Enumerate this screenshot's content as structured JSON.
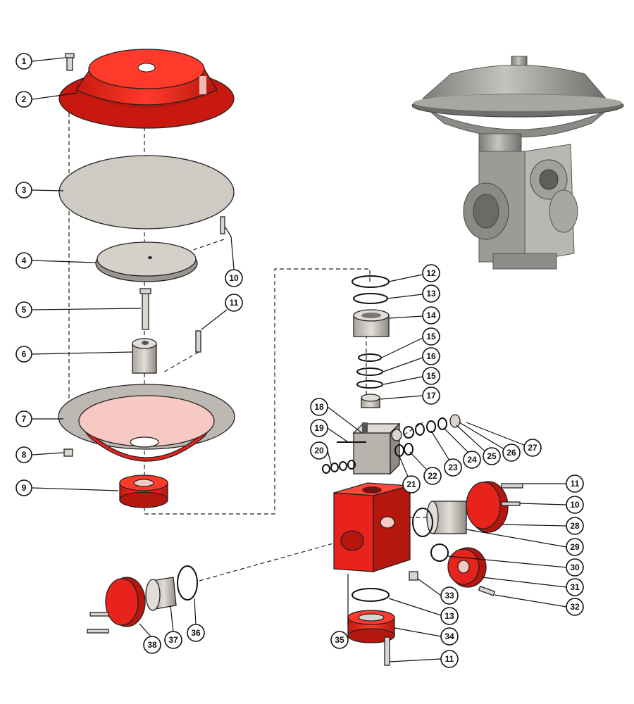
{
  "figure": {
    "background": "#ffffff",
    "colors": {
      "part_red": "#e8231c",
      "part_red_dark": "#b5170f",
      "part_grey": "#c9c4bd",
      "part_grey_dark": "#8f8a83",
      "line": "#111111",
      "photo_grey": "#9a9a96"
    }
  },
  "photo": {
    "subject": "assembled-valve-actuator-photo"
  },
  "callouts": [
    {
      "id": "c1",
      "label": "1",
      "part": "cap-screw"
    },
    {
      "id": "c2",
      "label": "2",
      "part": "upper-diaphragm-case"
    },
    {
      "id": "c3",
      "label": "3",
      "part": "diaphragm"
    },
    {
      "id": "c4",
      "label": "4",
      "part": "diaphragm-plate"
    },
    {
      "id": "c5",
      "label": "5",
      "part": "stem-screw"
    },
    {
      "id": "c6",
      "label": "6",
      "part": "stem-sleeve"
    },
    {
      "id": "c7",
      "label": "7",
      "part": "lower-diaphragm-case"
    },
    {
      "id": "c8",
      "label": "8",
      "part": "nut"
    },
    {
      "id": "c9",
      "label": "9",
      "part": "adapter-ring"
    },
    {
      "id": "c10a",
      "label": "10",
      "part": "screw"
    },
    {
      "id": "c11a",
      "label": "11",
      "part": "screw"
    },
    {
      "id": "c12",
      "label": "12",
      "part": "o-ring"
    },
    {
      "id": "c13a",
      "label": "13",
      "part": "o-ring"
    },
    {
      "id": "c14",
      "label": "14",
      "part": "bushing"
    },
    {
      "id": "c15a",
      "label": "15",
      "part": "ring"
    },
    {
      "id": "c16",
      "label": "16",
      "part": "ring"
    },
    {
      "id": "c15b",
      "label": "15",
      "part": "ring"
    },
    {
      "id": "c17",
      "label": "17",
      "part": "plunger"
    },
    {
      "id": "c18",
      "label": "18",
      "part": "cam-block"
    },
    {
      "id": "c19",
      "label": "19",
      "part": "pin"
    },
    {
      "id": "c20",
      "label": "20",
      "part": "spring-set"
    },
    {
      "id": "c21",
      "label": "21",
      "part": "seat"
    },
    {
      "id": "c22",
      "label": "22",
      "part": "ring"
    },
    {
      "id": "c23",
      "label": "23",
      "part": "ring"
    },
    {
      "id": "c24",
      "label": "24",
      "part": "spring"
    },
    {
      "id": "c25",
      "label": "25",
      "part": "ring"
    },
    {
      "id": "c26",
      "label": "26",
      "part": "ring"
    },
    {
      "id": "c27",
      "label": "27",
      "part": "retainer"
    },
    {
      "id": "c11b",
      "label": "11",
      "part": "screw"
    },
    {
      "id": "c10b",
      "label": "10",
      "part": "screw"
    },
    {
      "id": "c28",
      "label": "28",
      "part": "end-cap"
    },
    {
      "id": "c29",
      "label": "29",
      "part": "piston"
    },
    {
      "id": "c30",
      "label": "30",
      "part": "o-ring"
    },
    {
      "id": "c31",
      "label": "31",
      "part": "flange"
    },
    {
      "id": "c32",
      "label": "32",
      "part": "screw"
    },
    {
      "id": "c33",
      "label": "33",
      "part": "plug"
    },
    {
      "id": "c13b",
      "label": "13",
      "part": "o-ring"
    },
    {
      "id": "c34",
      "label": "34",
      "part": "bottom-cap"
    },
    {
      "id": "c11c",
      "label": "11",
      "part": "screw"
    },
    {
      "id": "c35",
      "label": "35",
      "part": "valve-body"
    },
    {
      "id": "c36",
      "label": "36",
      "part": "o-ring"
    },
    {
      "id": "c37",
      "label": "37",
      "part": "sleeve"
    },
    {
      "id": "c38",
      "label": "38",
      "part": "side-flange"
    }
  ]
}
